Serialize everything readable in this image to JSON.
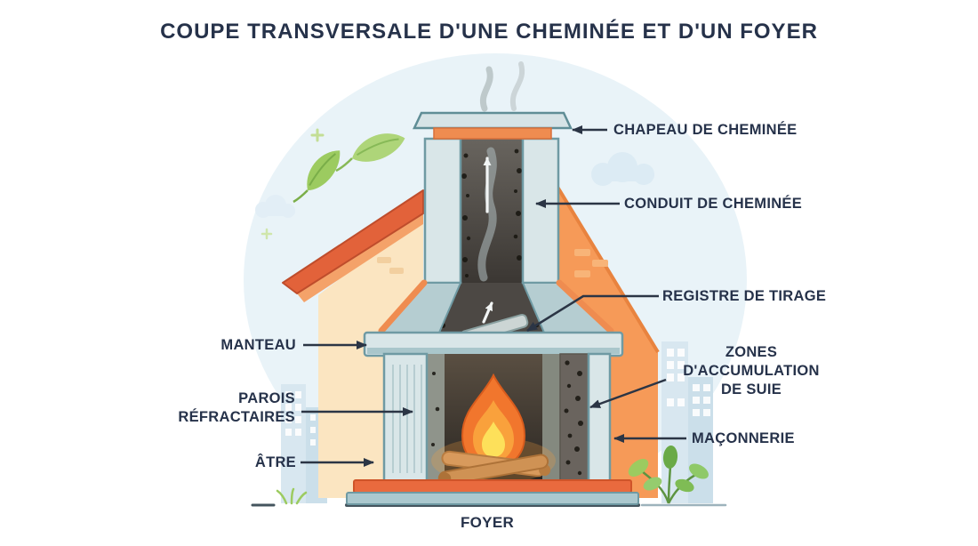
{
  "title": "COUPE TRANSVERSALE D'UNE CHEMINÉE ET D'UN FOYER",
  "diagram": {
    "labels": {
      "chapeau": "CHAPEAU DE CHEMINÉE",
      "conduit": "CONDUIT DE CHEMINÉE",
      "registre": "REGISTRE DE TIRAGE",
      "zones_line1": "ZONES",
      "zones_line2": "D'ACCUMULATION",
      "zones_line3": "DE SUIE",
      "maconnerie": "MAÇONNERIE",
      "manteau": "MANTEAU",
      "parois_line1": "PAROIS",
      "parois_line2": "RÉFRACTAIRES",
      "atre": "ÂTRE",
      "foyer": "FOYER"
    }
  },
  "colors": {
    "navy": "#26324a",
    "teal": "#6f9aa3",
    "masonry-light": "#d9e6e8",
    "orange": "#ef8c50",
    "roof": "#e2623a",
    "house-wall": "#fbe5c1",
    "house-right": "#f69a58",
    "flame-outer": "#f1762d",
    "flame-mid": "#f9a13c",
    "flame-inner": "#fde05a",
    "leaf-green": "#9ccb60",
    "bg-blob": "#e9f3f8"
  }
}
